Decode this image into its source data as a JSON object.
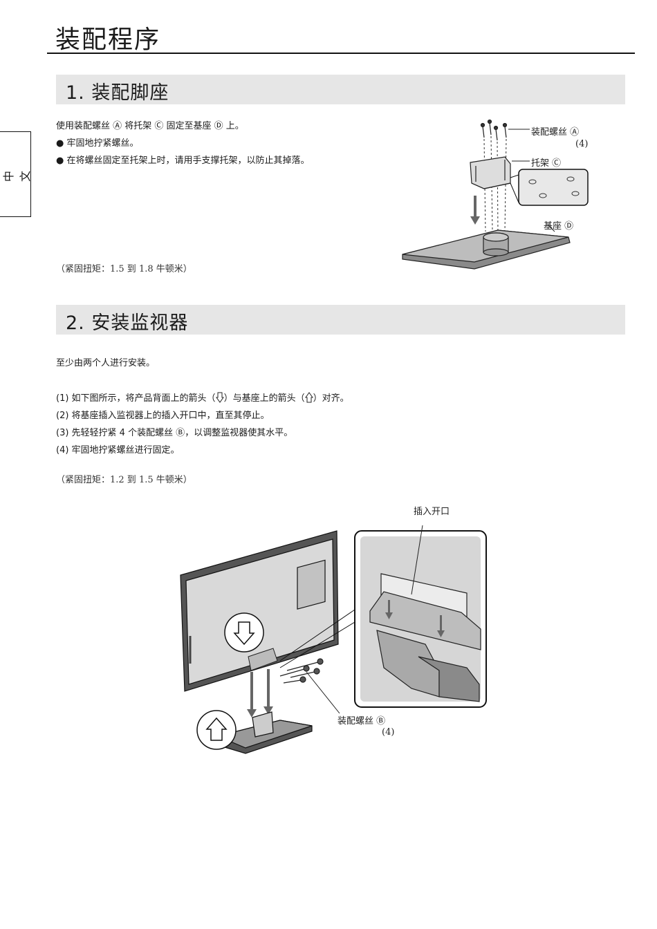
{
  "page": {
    "title": "装配程序",
    "side_tab": "中文"
  },
  "section1": {
    "heading": "1. 装配脚座",
    "intro": "使用装配螺丝 Ⓐ 将托架 Ⓒ 固定至基座 Ⓓ 上。",
    "bullet1": "● 牢固地拧紧螺丝。",
    "bullet2": "● 在将螺丝固定至托架上时，请用手支撑托架，以防止其掉落。",
    "torque": "（紧固扭矩：1.5 到 1.8 牛顿米）",
    "labels": {
      "screw": "装配螺丝 Ⓐ",
      "screw_count": "(4)",
      "bracket": "托架 Ⓒ",
      "base": "基座 Ⓓ"
    }
  },
  "section2": {
    "heading": "2. 安装监视器",
    "people": "至少由两个人进行安装。",
    "step1_a": "(1) 如下图所示，将产品背面上的箭头（",
    "step1_b": "）与基座上的箭头（",
    "step1_c": "）对齐。",
    "step2": "(2) 将基座插入监视器上的插入开口中，直至其停止。",
    "step3": "(3) 先轻轻拧紧 4 个装配螺丝 Ⓑ，以调整监视器使其水平。",
    "step4": "(4) 牢固地拧紧螺丝进行固定。",
    "torque": "（紧固扭矩：1.2 到 1.5 牛顿米）",
    "labels": {
      "opening": "插入开口",
      "screw": "装配螺丝 Ⓑ",
      "screw_count": "(4)"
    }
  }
}
